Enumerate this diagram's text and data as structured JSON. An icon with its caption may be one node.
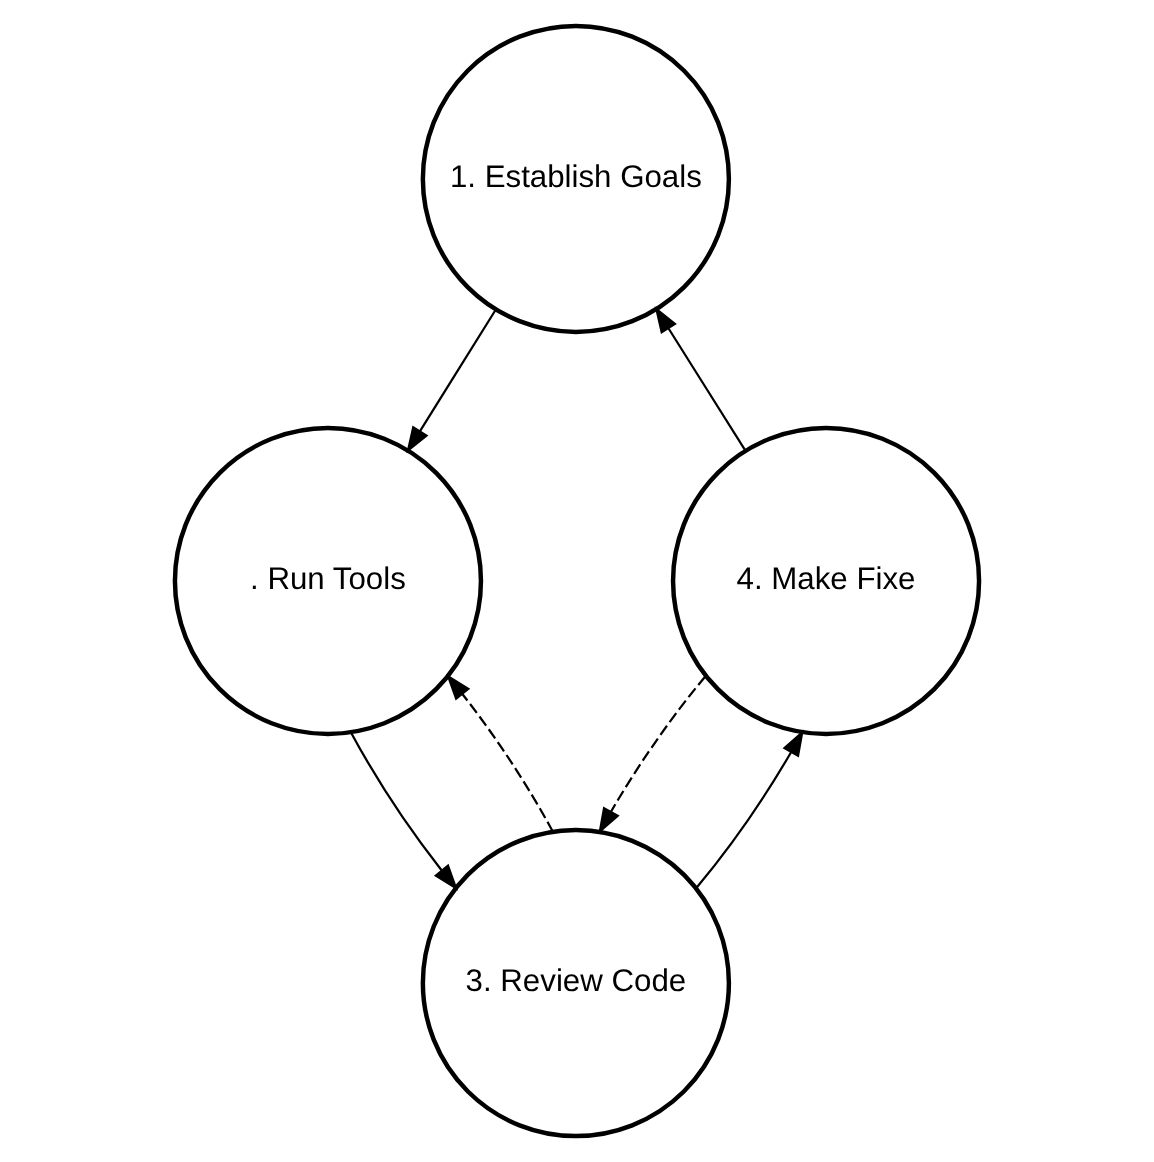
{
  "diagram": {
    "nodes": [
      {
        "text": [
          "1. Establish Goals"
        ]
      },
      {
        "text": [
          ". Run Tools"
        ]
      },
      {
        "text": [
          "3. Review Code"
        ]
      },
      {
        "text": [
          "4. Make Fixe"
        ]
      }
    ],
    "edges": [
      {
        "from": 0,
        "to": 1,
        "arrow": "to"
      },
      {
        "from": 1,
        "to": 2,
        "arrow": "to"
      },
      {
        "from": 2,
        "to": 3,
        "arrow": "to"
      },
      {
        "from": 3,
        "to": 0,
        "arrow": "to"
      },
      {
        "from": 3,
        "to": 2,
        "arrow": "to",
        "style": "dashed"
      },
      {
        "from": 2,
        "to": 1,
        "arrow": "to",
        "style": "dashed"
      }
    ]
  }
}
